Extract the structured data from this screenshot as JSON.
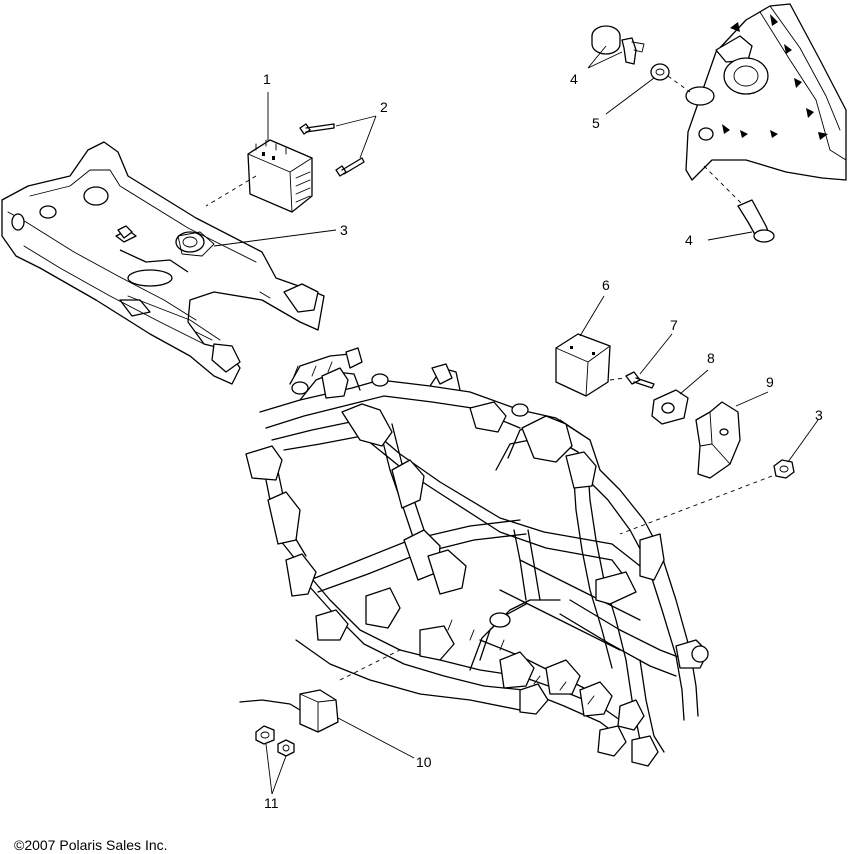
{
  "diagram": {
    "copyright": "©2007 Polaris Sales Inc.",
    "callouts": {
      "c1": "1",
      "c2": "2",
      "c3a": "3",
      "c3b": "3",
      "c4a": "4",
      "c4b": "4",
      "c5": "5",
      "c6": "6",
      "c7": "7",
      "c8": "8",
      "c9": "9",
      "c10": "10",
      "c11": "11"
    }
  }
}
